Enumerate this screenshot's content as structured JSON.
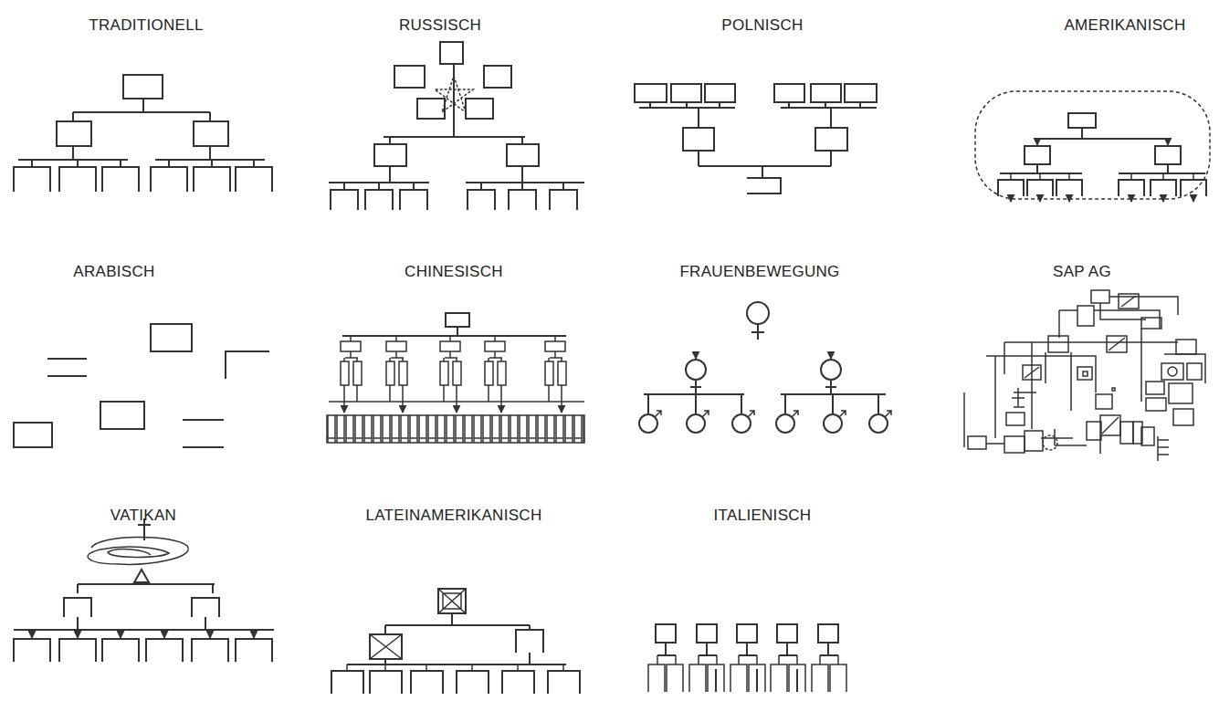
{
  "diagram": {
    "labels": [
      "TRADITIONELL",
      "RUSSISCH",
      "POLNISCH",
      "AMERIKANISCH",
      "ARABISCH",
      "CHINESISCH",
      "FRAUENBEWEGUNG",
      "SAP AG",
      "VATIKAN",
      "LATEINAMERIKANISCH",
      "ITALIENISCH"
    ]
  }
}
